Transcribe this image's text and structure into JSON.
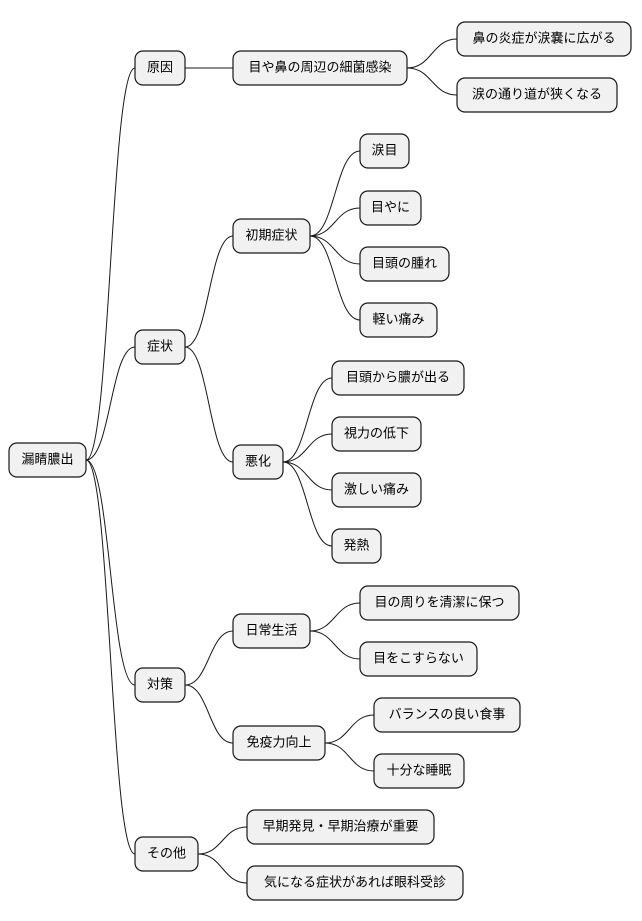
{
  "root": {
    "label": "漏睛膿出",
    "children": [
      {
        "label": "原因",
        "children": [
          {
            "label": "目や鼻の周辺の細菌感染",
            "children": [
              {
                "label": "鼻の炎症が涙嚢に広がる"
              },
              {
                "label": "涙の通り道が狭くなる"
              }
            ]
          }
        ]
      },
      {
        "label": "症状",
        "children": [
          {
            "label": "初期症状",
            "children": [
              {
                "label": "涙目"
              },
              {
                "label": "目やに"
              },
              {
                "label": "目頭の腫れ"
              },
              {
                "label": "軽い痛み"
              }
            ]
          },
          {
            "label": "悪化",
            "children": [
              {
                "label": "目頭から膿が出る"
              },
              {
                "label": "視力の低下"
              },
              {
                "label": "激しい痛み"
              },
              {
                "label": "発熱"
              }
            ]
          }
        ]
      },
      {
        "label": "対策",
        "children": [
          {
            "label": "日常生活",
            "children": [
              {
                "label": "目の周りを清潔に保つ"
              },
              {
                "label": "目をこすらない"
              }
            ]
          },
          {
            "label": "免疫力向上",
            "children": [
              {
                "label": "バランスの良い食事"
              },
              {
                "label": "十分な睡眠"
              }
            ]
          }
        ]
      },
      {
        "label": "その他",
        "children": [
          {
            "label": "早期発見・早期治療が重要"
          },
          {
            "label": "気になる症状があれば眼科受診"
          }
        ]
      }
    ]
  }
}
